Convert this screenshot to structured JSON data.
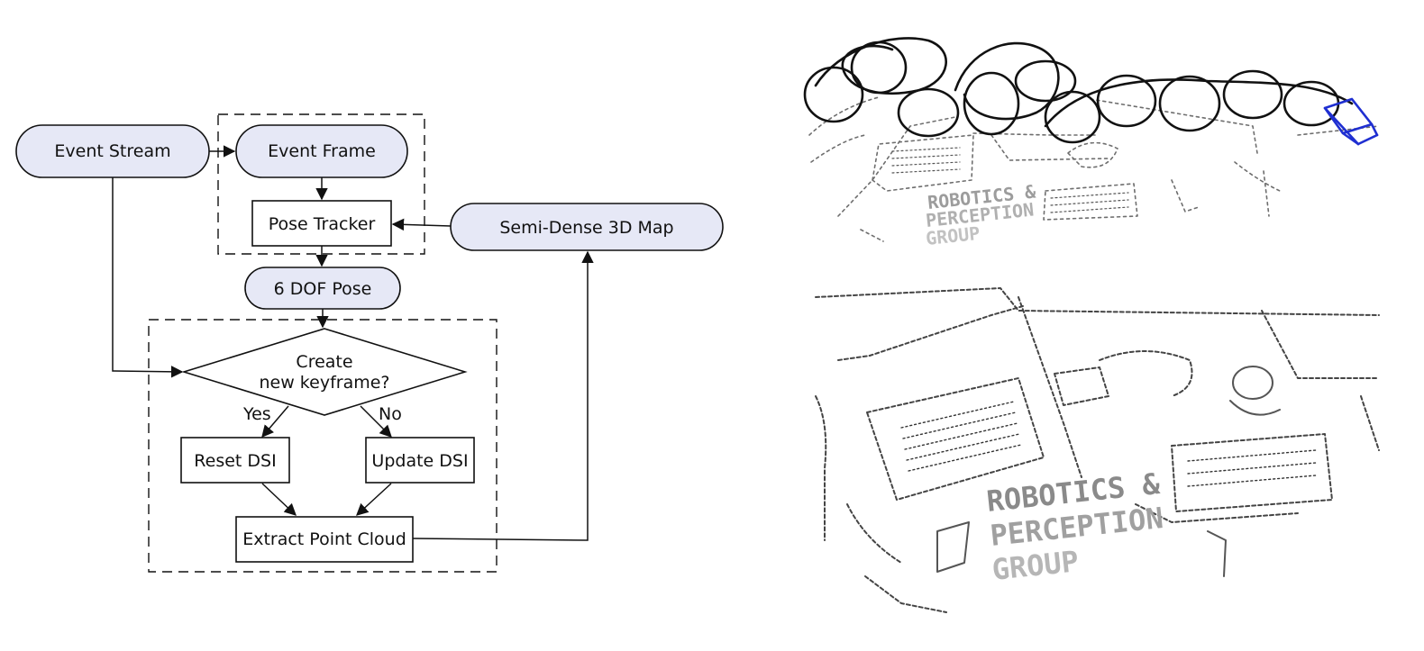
{
  "flowchart": {
    "event_stream": "Event Stream",
    "event_frame": "Event Frame",
    "pose_tracker": "Pose Tracker",
    "semi_dense_map": "Semi-Dense 3D Map",
    "dof_pose": "6 DOF Pose",
    "decision_line1": "Create",
    "decision_line2": "new keyframe?",
    "yes": "Yes",
    "no": "No",
    "reset_dsi": "Reset DSI",
    "update_dsi": "Update DSI",
    "extract_point_cloud": "Extract Point Cloud"
  },
  "reconstruction": {
    "top_logo_line1": "ROBOTICS &",
    "top_logo_line2": "PERCEPTION",
    "top_logo_line3": "GROUP",
    "bottom_logo_line1": "ROBOTICS &",
    "bottom_logo_line2": "PERCEPTION",
    "bottom_logo_line3": "GROUP"
  },
  "colors": {
    "node_fill": "#e6e8f6",
    "camera_frustum": "#1f2fd1",
    "trajectory": "#111111",
    "point_cloud": "#8a8a8a"
  }
}
